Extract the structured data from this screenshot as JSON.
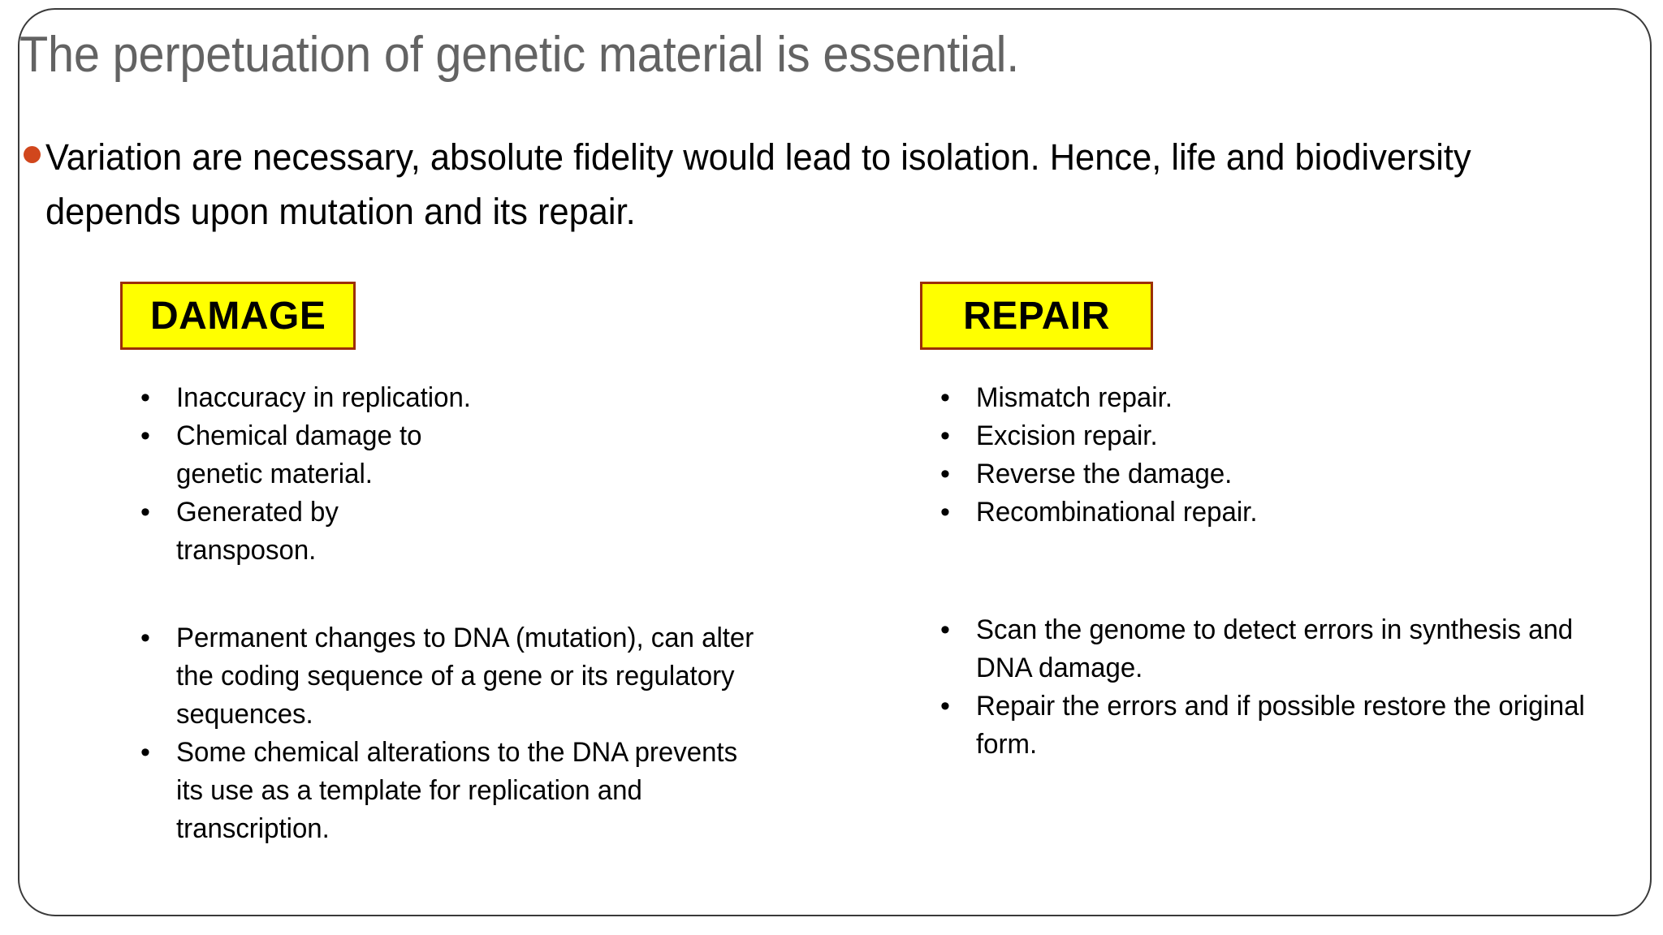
{
  "slide": {
    "title": "The perpetuation of genetic material is essential.",
    "title_color": "#636363",
    "background_color": "#ffffff",
    "border_color": "#3a3a3a",
    "lead_bullet": {
      "marker": "bullet-dot",
      "marker_color": "#d1471d",
      "text": "Variation are necessary, absolute fidelity would lead to isolation. Hence, life and biodiversity depends upon mutation and its repair."
    },
    "columns": [
      {
        "id": "damage",
        "heading": "DAMAGE",
        "heading_fill": "#ffff00",
        "heading_border": "#9c3006",
        "heading_text_color": "#000000",
        "groups": [
          {
            "items": [
              "Inaccuracy in replication.",
              "Chemical damage to genetic material.",
              "Generated by transposon."
            ]
          },
          {
            "items": [
              "Permanent changes to DNA (mutation), can alter the coding sequence of a gene or its regulatory sequences.",
              "Some chemical alterations to the DNA prevents its use as a template for replication and transcription."
            ]
          }
        ]
      },
      {
        "id": "repair",
        "heading": "REPAIR",
        "heading_fill": "#ffff00",
        "heading_border": "#9c3006",
        "heading_text_color": "#000000",
        "groups": [
          {
            "items": [
              "Mismatch repair.",
              "Excision repair.",
              "Reverse the damage.",
              "Recombinational repair."
            ]
          },
          {
            "items": [
              "Scan the genome to detect errors in synthesis and DNA damage.",
              "Repair the errors and if possible restore the original form."
            ]
          }
        ]
      }
    ],
    "sub_bullet_marker": "•"
  }
}
